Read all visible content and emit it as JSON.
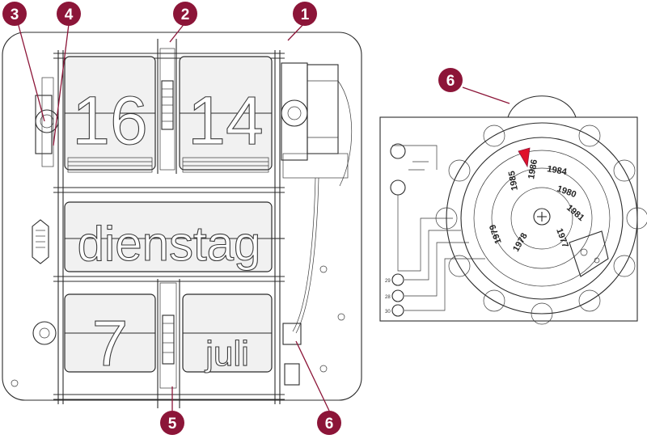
{
  "display": {
    "hour": "16",
    "minute": "14",
    "weekday": "dienstag",
    "day": "7",
    "month": "juli"
  },
  "callouts": [
    {
      "number": "1"
    },
    {
      "number": "2"
    },
    {
      "number": "3"
    },
    {
      "number": "4"
    },
    {
      "number": "5"
    },
    {
      "number": "6"
    },
    {
      "number": "6"
    }
  ],
  "year_wheel": {
    "labels": [
      "1986",
      "1984",
      "1985",
      "1980",
      "1979",
      "1978",
      "1977",
      "1981"
    ]
  },
  "pcb_pins": [
    "29",
    "28",
    "30"
  ],
  "colors": {
    "callout": "#8c1538",
    "pointer": "#e0102a",
    "line": "#2b2b2b"
  }
}
